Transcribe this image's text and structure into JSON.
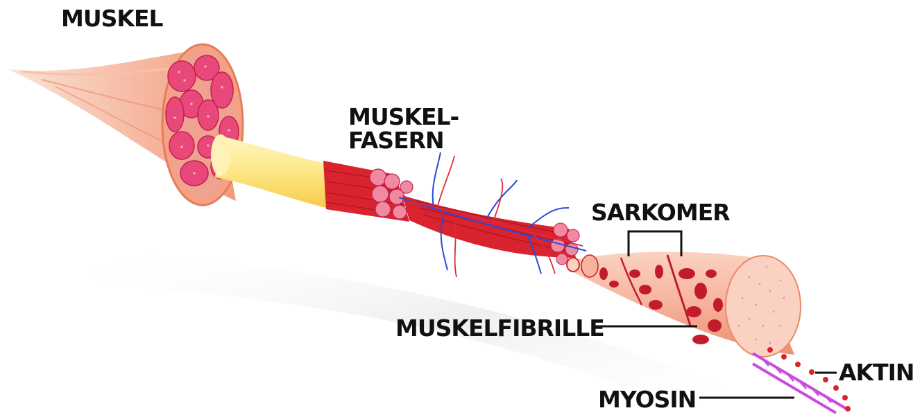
{
  "labels": {
    "muskel": "MUSKEL",
    "muskelfasern_line1": "MUSKEL-",
    "muskelfasern_line2": "FASERN",
    "sarkomer": "SARKOMER",
    "muskelfibrille": "MUSKELFIBRILLE",
    "aktin": "AKTIN",
    "myosin": "MYOSIN"
  },
  "colors": {
    "muscle_outer": "#f4a78a",
    "muscle_red": "#d9232f",
    "fiber_pink": "#f08aa0",
    "tendon_yellow": "#fde784",
    "nerve_blue": "#2a4bd8",
    "myosin_purple": "#c94be0",
    "fibrille_salmon": "#f7b39c",
    "label_text": "#111111"
  }
}
